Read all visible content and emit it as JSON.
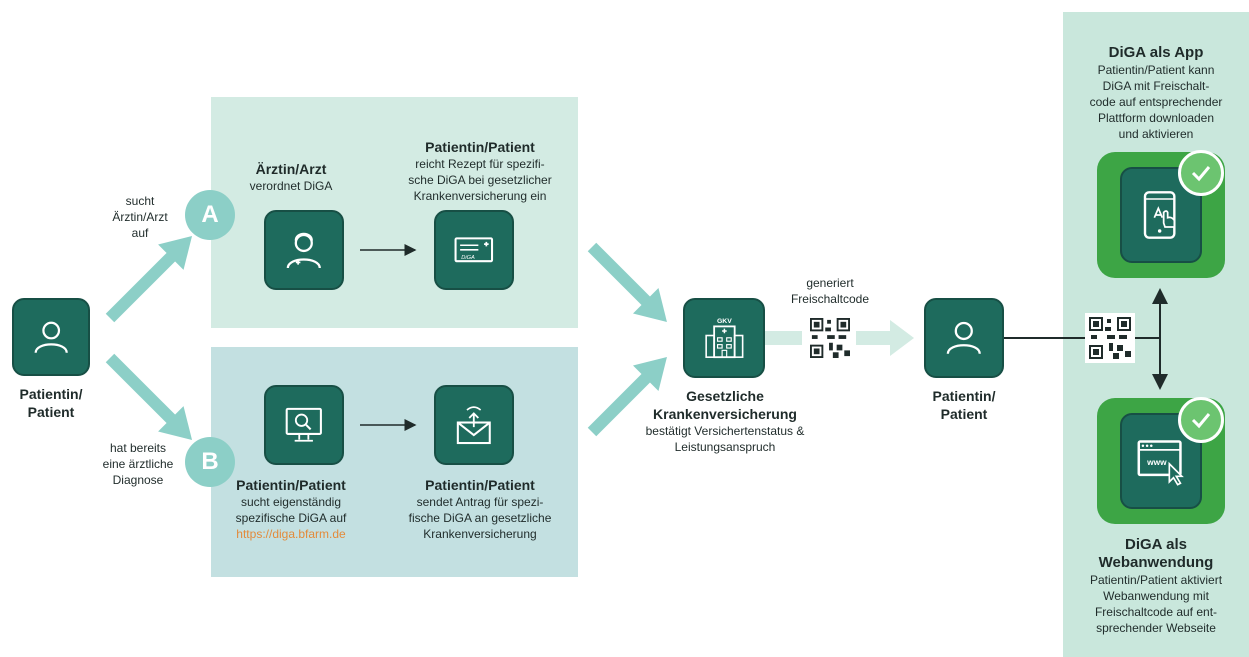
{
  "colors": {
    "panel_a": "#d3ebe3",
    "panel_b": "#c3e0e1",
    "panel_right": "#c9e7dc",
    "tile": "#1e6b5d",
    "green_tile": "#3da545",
    "arrow": "#8ccfc7",
    "link": "#e38a3a"
  },
  "start": {
    "label_line1": "Patientin/",
    "label_line2": "Patient",
    "icon": "person-icon"
  },
  "path_a": {
    "letter": "A",
    "edge_label": [
      "sucht",
      "Ärztin/Arzt",
      "auf"
    ],
    "step1": {
      "title": "Ärztin/Arzt",
      "text": [
        "verordnet DiGA"
      ],
      "icon": "doctor-icon"
    },
    "step2": {
      "title": "Patientin/Patient",
      "text": [
        "reicht Rezept für spezifi-",
        "sche DiGA bei gesetzlicher",
        "Krankenversicherung ein"
      ],
      "icon": "prescription-icon",
      "card_text": "DiGA"
    }
  },
  "path_b": {
    "letter": "B",
    "edge_label": [
      "hat bereits",
      "eine ärztliche",
      "Diagnose"
    ],
    "step1": {
      "title": "Patientin/Patient",
      "text": [
        "sucht eigenständig",
        "spezifische DiGA auf"
      ],
      "link": "https://diga.bfarm.de",
      "icon": "search-monitor-icon"
    },
    "step2": {
      "title": "Patientin/Patient",
      "text": [
        "sendet Antrag für spezi-",
        "fische DiGA an gesetzliche",
        "Krankenversicherung"
      ],
      "icon": "mail-icon"
    }
  },
  "insurance": {
    "badge": "GKV",
    "title_line1": "Gesetzliche",
    "title_line2": "Krankenversicherung",
    "text": [
      "bestätigt Versichertenstatus &",
      "Leistungsanspruch"
    ],
    "icon": "hospital-building-icon"
  },
  "code_step": {
    "label": [
      "generiert",
      "Freischaltcode"
    ],
    "icon": "qr-code-icon"
  },
  "patient_end": {
    "label_line1": "Patientin/",
    "label_line2": "Patient",
    "icon": "person-icon"
  },
  "app": {
    "title": "DiGA als App",
    "text": [
      "Patientin/Patient kann",
      "DiGA mit Freischalt-",
      "code auf entsprechender",
      "Plattform downloaden",
      "und aktivieren"
    ],
    "icon": "smartphone-app-icon"
  },
  "web": {
    "title_line1": "DiGA als",
    "title_line2": "Webanwendung",
    "text": [
      "Patientin/Patient aktiviert",
      "Webanwendung mit",
      "Freischaltcode auf ent-",
      "sprechender Webseite"
    ],
    "browser_text": "www",
    "icon": "browser-www-icon"
  }
}
